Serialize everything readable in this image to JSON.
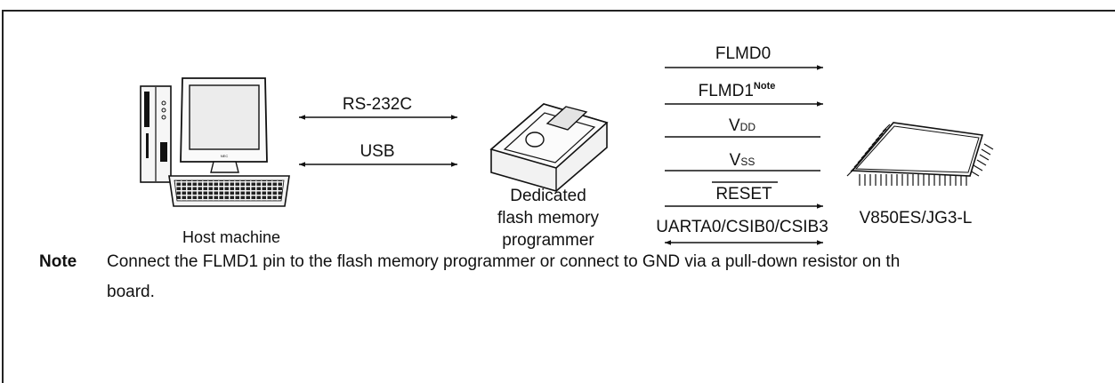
{
  "diagram": {
    "host": {
      "label": "Host machine"
    },
    "links": [
      {
        "label": "RS-232C"
      },
      {
        "label": "USB"
      }
    ],
    "programmer": {
      "lines": [
        "Dedicated",
        "flash memory",
        "programmer"
      ]
    },
    "signals": {
      "flmd0": "FLMD0",
      "flmd1": "FLMD1",
      "flmd1_note": "Note",
      "vdd_main": "V",
      "vdd_sub": "DD",
      "vss_main": "V",
      "vss_sub": "SS",
      "reset": "RESET",
      "uart": "UARTA0/CSIB0/CSIB3"
    },
    "device": {
      "label": "V850ES/JG3-L"
    },
    "computer_brand": "NEC"
  },
  "note": {
    "label": "Note",
    "line1": "Connect the FLMD1 pin to the flash memory programmer or connect to GND via a pull-down resistor on th",
    "line2": "board."
  }
}
